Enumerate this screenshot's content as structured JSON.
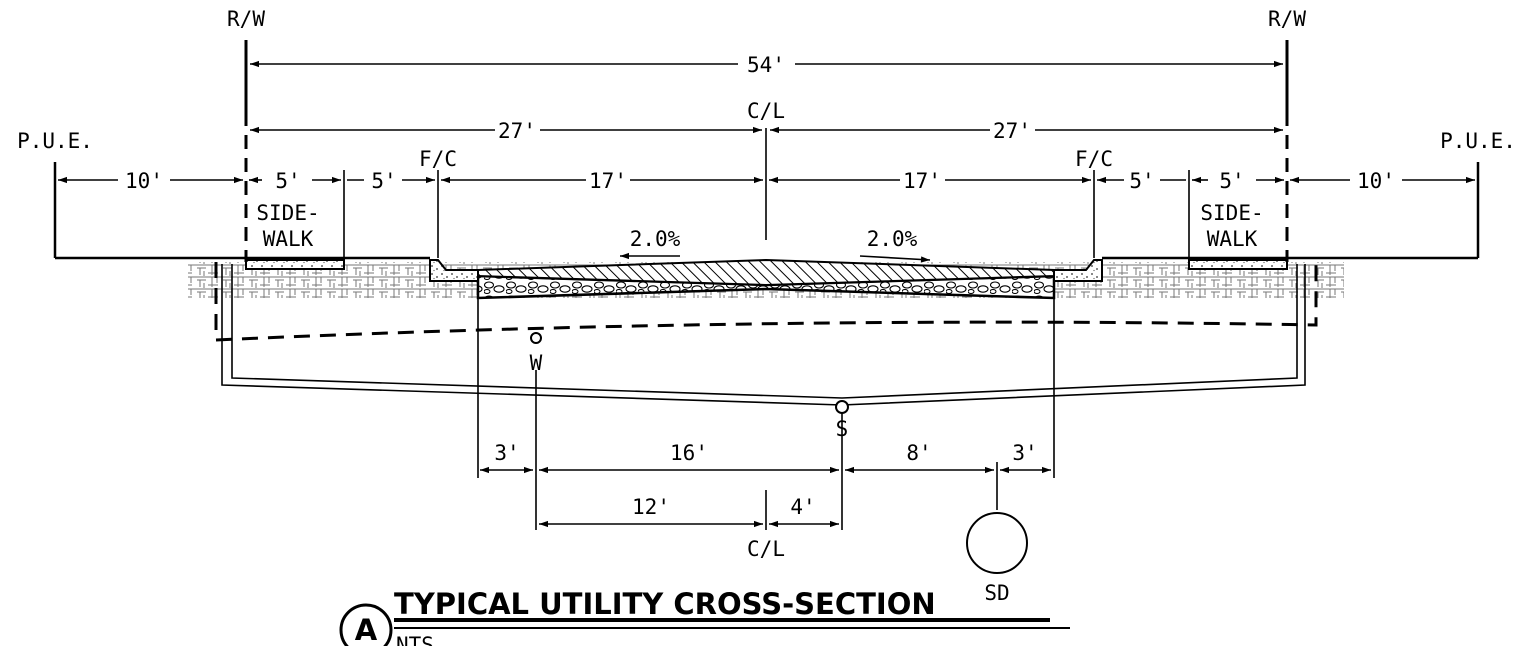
{
  "labels": {
    "rw_left": "R/W",
    "rw_right": "R/W",
    "total_width": "54'",
    "centerline_top": "C/L",
    "half_left": "27'",
    "half_right": "27'",
    "pue_left": "P.U.E.",
    "pue_right": "P.U.E.",
    "fc_left": "F/C",
    "fc_right": "F/C",
    "pue_width_left": "10'",
    "pue_width_right": "10'",
    "sidewalk_width_left": "5'",
    "sidewalk_width_right": "5'",
    "parkway_width_left": "5'",
    "parkway_width_right": "5'",
    "street_half_left": "17'",
    "street_half_right": "17'",
    "sidewalk_left_l1": "SIDE-",
    "sidewalk_left_l2": "WALK",
    "sidewalk_right_l1": "SIDE-",
    "sidewalk_right_l2": "WALK",
    "slope_left": "2.0%",
    "slope_right": "2.0%",
    "water_label": "W",
    "sewer_label": "S",
    "storm_label": "SD",
    "dim_3_left": "3'",
    "dim_16": "16'",
    "dim_8": "8'",
    "dim_3_right": "3'",
    "dim_12": "12'",
    "dim_4": "4'",
    "centerline_bottom": "C/L"
  },
  "title": {
    "badge": "A",
    "text": "TYPICAL UTILITY CROSS-SECTION",
    "scale": "NTS"
  },
  "colors": {
    "ink": "#000000",
    "background": "#ffffff"
  }
}
